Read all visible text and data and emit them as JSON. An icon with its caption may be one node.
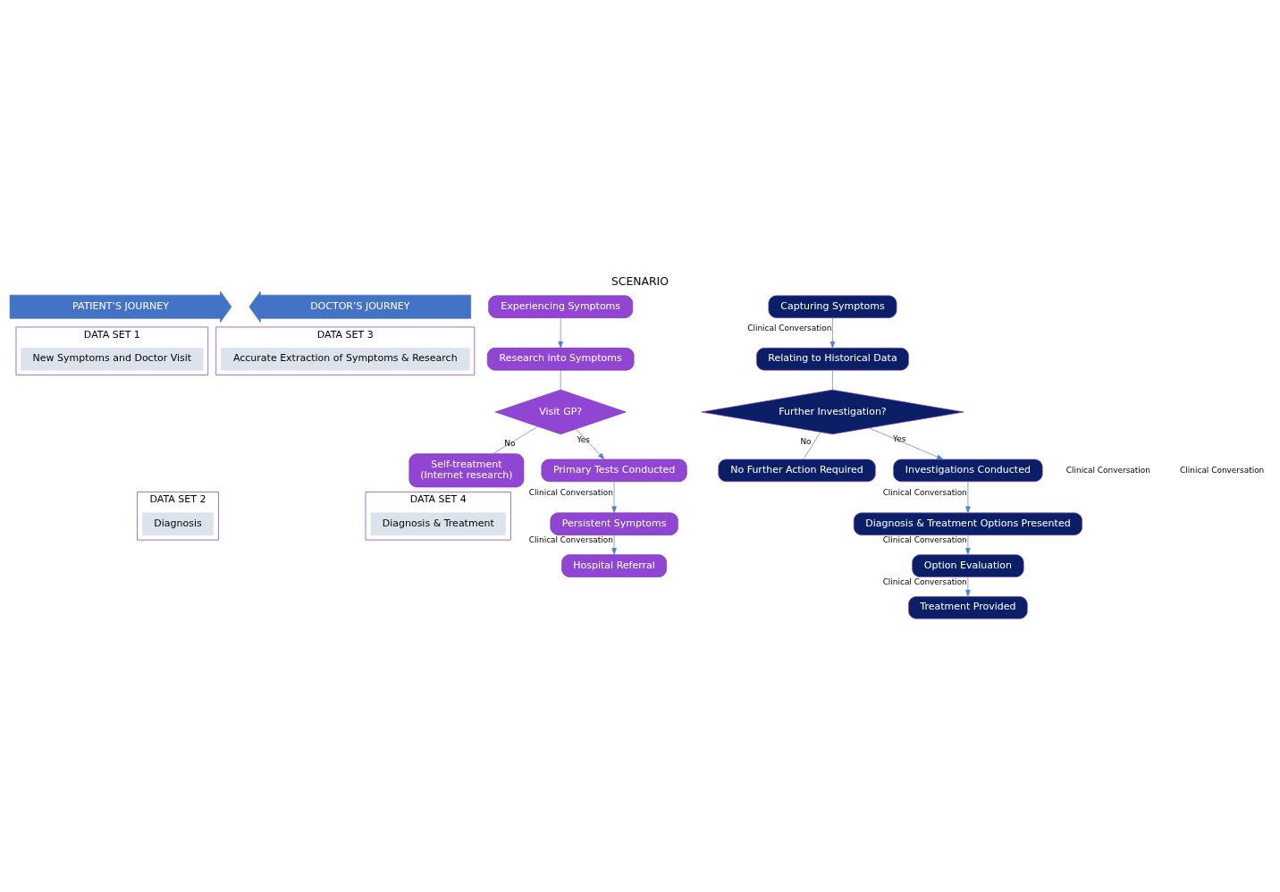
{
  "diagram": {
    "title": "SCENARIO",
    "nodes": [
      {
        "text": [
          "PATIENT’S JOURNEY"
        ]
      },
      {
        "text": [
          "DOCTOR’S JOURNEY"
        ]
      },
      {
        "text": [
          "DATA SET 1"
        ]
      },
      {
        "text": [
          "New Symptoms and Doctor Visit"
        ],
        "in": 2
      },
      {
        "text": [
          "DATA SET 2"
        ]
      },
      {
        "text": [
          "Diagnosis"
        ],
        "in": 4
      },
      {
        "text": [
          "DATA SET 3"
        ]
      },
      {
        "text": [
          "Accurate Extraction of Symptoms & Research"
        ],
        "in": 6
      },
      {
        "text": [
          "DATA SET 4"
        ]
      },
      {
        "text": [
          "Diagnosis & Treatment"
        ],
        "in": 8
      },
      {
        "text": [
          "Experiencing Symptoms"
        ]
      },
      {
        "text": [
          "Research into Symptoms"
        ]
      },
      {
        "text": [
          "Visit GP?"
        ]
      },
      {
        "text": [
          "Self-treatment",
          "(Internet research)"
        ]
      },
      {
        "text": [
          "Primary Tests Conducted"
        ]
      },
      {
        "text": [
          "Persistent Symptoms"
        ]
      },
      {
        "text": [
          "Hospital Referral"
        ]
      },
      {
        "text": [
          "Capturing Symptoms"
        ]
      },
      {
        "text": [
          "Relating to Historical Data"
        ]
      },
      {
        "text": [
          "Further Investigation?"
        ]
      },
      {
        "text": [
          "No Further Action Required"
        ]
      },
      {
        "text": [
          "Investigations Conducted"
        ]
      },
      {
        "text": [
          "Diagnosis & Treatment Options Presented"
        ]
      },
      {
        "text": [
          "Option Evaluation"
        ]
      },
      {
        "text": [
          "Treatment Provided"
        ]
      }
    ],
    "edges": [
      {
        "from": 10,
        "to": 11,
        "arrow": "to"
      },
      {
        "from": 11,
        "to": 12,
        "arrow": "none"
      },
      {
        "from": 12,
        "to": 13,
        "arrow": "none",
        "label": "No"
      },
      {
        "from": 12,
        "to": 14,
        "arrow": "to",
        "label": "Yes"
      },
      {
        "from": 14,
        "to": 15,
        "arrow": "to",
        "label": "Clinical Conversation"
      },
      {
        "from": 15,
        "to": 16,
        "arrow": "to",
        "label": "Clinical Conversation"
      },
      {
        "from": 17,
        "to": 18,
        "arrow": "to",
        "label": "Clinical Conversation"
      },
      {
        "from": 18,
        "to": 19,
        "arrow": "none"
      },
      {
        "from": 19,
        "to": 20,
        "arrow": "none",
        "label": "No"
      },
      {
        "from": 19,
        "to": 21,
        "arrow": "to",
        "label": "Yes"
      },
      {
        "from": 21,
        "to": 22,
        "arrow": "to",
        "label": "Clinical Conversation"
      },
      {
        "from": 22,
        "to": 23,
        "arrow": "to",
        "label": "Clinical Conversation"
      },
      {
        "from": 23,
        "to": 24,
        "arrow": "to",
        "label": "Clinical Conversation"
      }
    ],
    "labels": [
      "Clinical Conversation",
      "Clinical Conversation"
    ]
  }
}
